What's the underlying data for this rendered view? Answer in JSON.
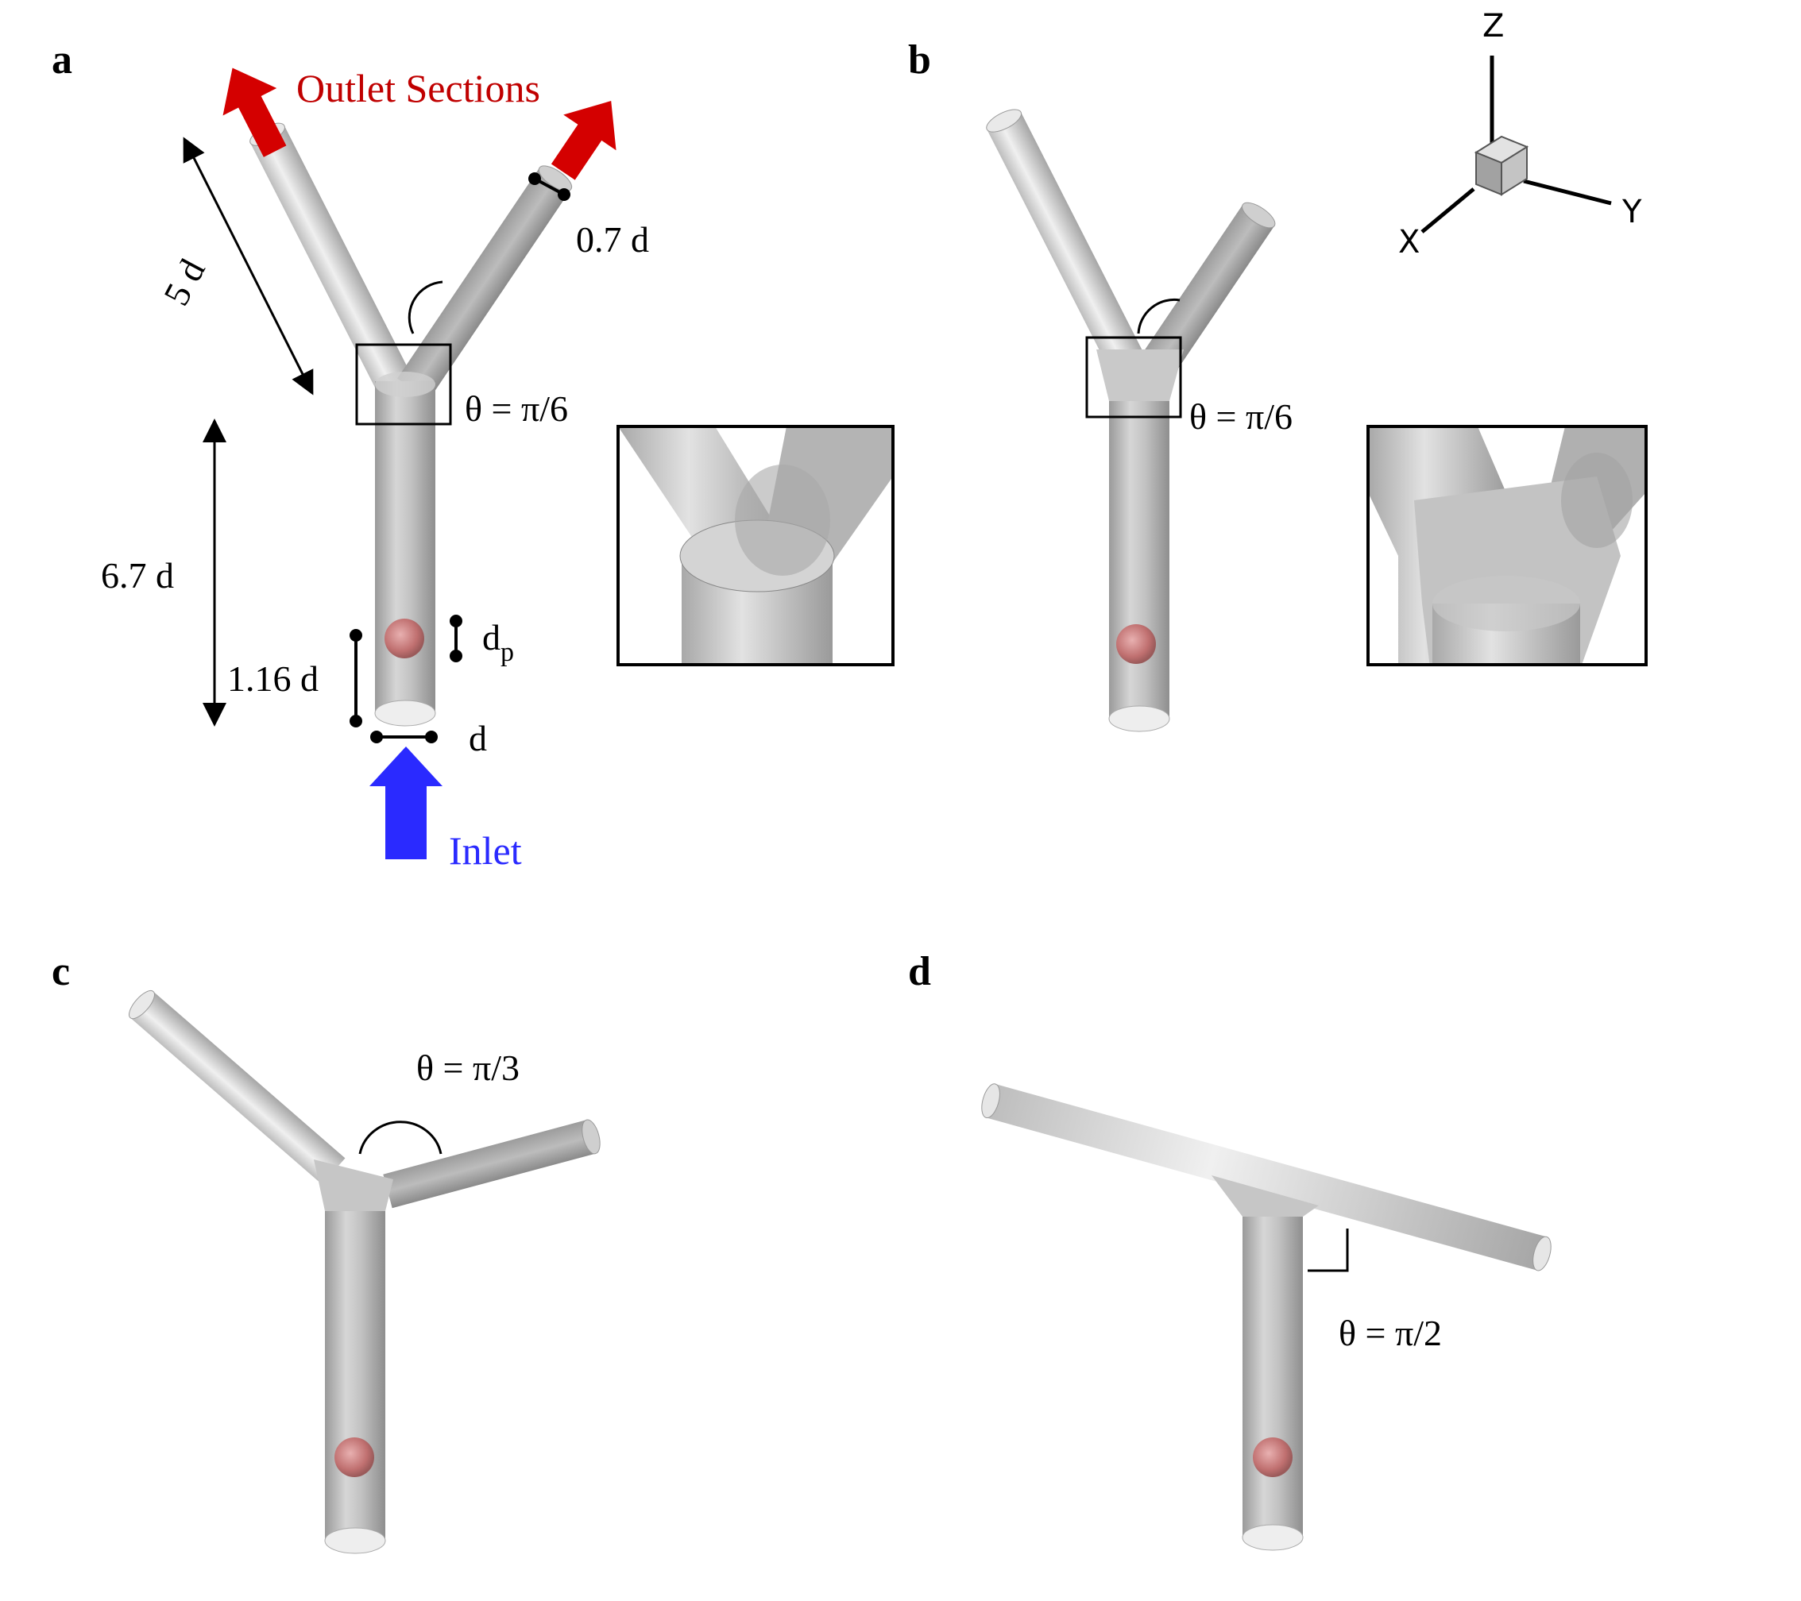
{
  "panels": {
    "a": {
      "letter": "a",
      "outlet_label": "Outlet Sections",
      "inlet_label": "Inlet",
      "branch_length": "5 d",
      "branch_diameter": "0.7 d",
      "trunk_length": "6.7 d",
      "particle_position": "1.16 d",
      "particle_diameter_main": "d",
      "particle_diameter_sub": "p",
      "trunk_diameter": "d",
      "angle": "θ = π/6"
    },
    "b": {
      "letter": "b",
      "angle": "θ = π/6"
    },
    "c": {
      "letter": "c",
      "angle": "θ = π/3"
    },
    "d": {
      "letter": "d",
      "angle": "θ = π/2"
    }
  },
  "axes": {
    "z": "Z",
    "x": "X",
    "y": "Y"
  },
  "colors": {
    "outlet_arrow": "#d40000",
    "inlet_arrow": "#2a2aff",
    "pipe": "#bdbdbd",
    "particle": "#c97a7a"
  }
}
